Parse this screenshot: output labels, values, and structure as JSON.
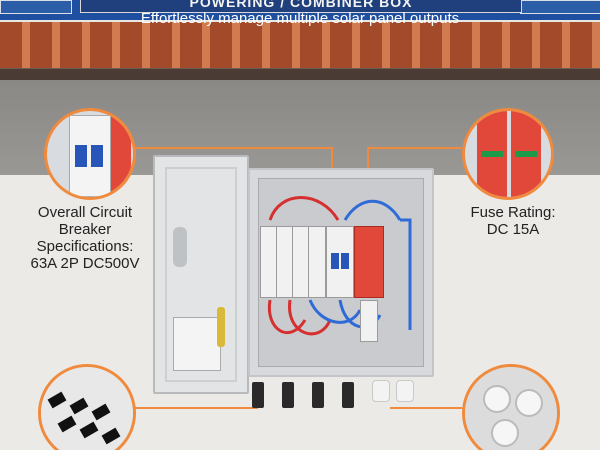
{
  "banner": {
    "title": "POWERING / COMBINER BOX",
    "subtitle": "Effortlessly manage multiple solar panel outputs"
  },
  "callouts": {
    "breaker": {
      "lines": [
        "Overall Circuit",
        "Breaker",
        "Specifications:",
        "63A 2P DC500V"
      ]
    },
    "fuse": {
      "lines": [
        "Fuse Rating:",
        "DC 15A"
      ]
    }
  },
  "colors": {
    "accent": "#f08a3c",
    "banner": "#1f3f7d",
    "spd": "#e2483a"
  }
}
